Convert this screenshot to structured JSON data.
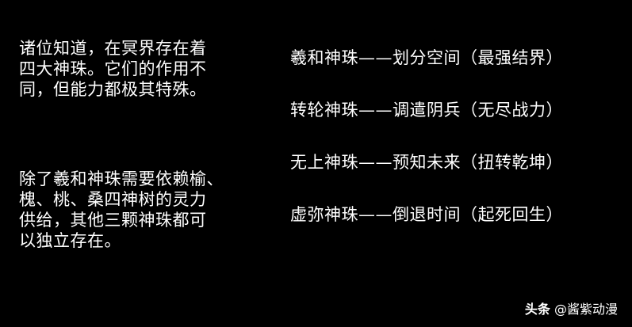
{
  "intro_text": "诸位知道，在冥界存在着\n四大神珠。它们的作用不\n同，但能力都极其特殊。",
  "note_text": "除了羲和神珠需要依赖榆、\n槐、桃、桑四神树的灵力\n供给，其他三颗神珠都可\n以独立存在。",
  "pearls": [
    "羲和神珠——划分空间（最强结界）",
    "转轮神珠——调遣阴兵（无尽战力）",
    "无上神珠——预知未来（扭转乾坤）",
    "虚弥神珠——倒退时间（起死回生）"
  ],
  "watermark": {
    "brand": "头条",
    "handle": "@酱紫动漫"
  },
  "colors": {
    "background": "#000000",
    "text": "#ffffff"
  }
}
